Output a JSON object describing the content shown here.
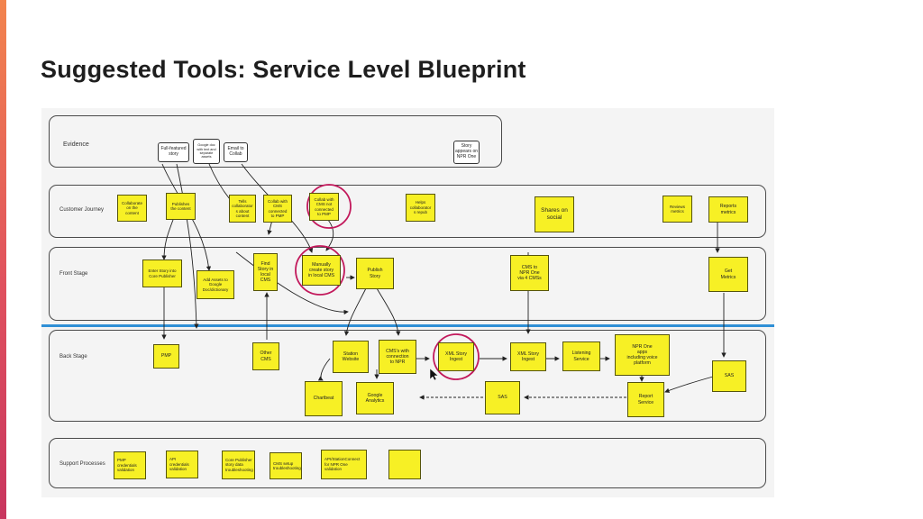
{
  "slide": {
    "title": "Suggested Tools: Service Level Blueprint",
    "accent_colors": [
      "#f2844e",
      "#e0515e",
      "#c8355e"
    ]
  },
  "blueprint": {
    "lanes": {
      "evidence": "Evidence",
      "customer_journey": "Customer Journey",
      "front_stage": "Front Stage",
      "back_stage": "Back Stage",
      "support_processes": "Support Processes"
    },
    "evidence_items": {
      "full_featured_story": "Full-featured\nstory",
      "google_doc": "Google doc\nwith text and\nseparate\nassets",
      "email_to_collab": "Email to\nCollab",
      "story_appears": "Story\nappears on\nNPR One"
    },
    "customer_journey_items": {
      "collaborate": "Collaborate\non the\ncontent",
      "publishes": "Publishes\nthe content",
      "tells_collaborator": "Tells\ncollaborator\ns about\ncontent",
      "collab_with_cms": "Collab with\nCMS\nconnected\nto PMP",
      "collab_not_connected": "Collab with\nCMS not\nconnected\nto PMP",
      "helps_collaborators": "Helps\ncollaborator\ns repub",
      "shares_on_social": "Shares on\nsocial",
      "reviews_metrics": "Reviews\nmetrics",
      "reports_metrics": "Reports\nmetrics"
    },
    "front_stage_items": {
      "enter_story": "Enter Story into\nCore Publisher",
      "add_assets": "Add Assets to\nGoogle\nDoc/dictionary",
      "find_story": "Find\nStory in\nlocal\nCMS",
      "manually_create": "Manually\ncreate story\nin local CMS",
      "publish_story": "Publish\nStory",
      "cms_to_npr_one": "CMS to\nNPR One\nvia 4 CMSs",
      "get_metrics": "Get\nMetrics"
    },
    "back_stage_items": {
      "pmp": "PMP",
      "other_cms": "Other\nCMS",
      "station_website": "Station\nWebsite",
      "cms_with_connection": "CMS's with\nconnection\nto NPR",
      "xml_story_ingest_1": "XML Story\nIngest",
      "xml_story_ingest_2": "XML Story\nIngest",
      "listening_service": "Listening\nService",
      "npr_one_apps": "NPR One\napps\nincluding voice\nplatform",
      "sas_right": "SAS",
      "chartbeat": "Chartbeat",
      "google_analytics": "Google\nAnalytics",
      "sas_center": "SAS",
      "report_service": "Report\nService"
    },
    "support_items": {
      "pmp_credentials": "PMP\ncredentials\nvalidation",
      "api_credentials": "API\ncredentials\nvalidation",
      "core_publisher_troubleshooting": "Core Publisher\nstory data\ntroubleshooting",
      "cms_setup": "CMS setup\ntroubleshooting",
      "api_station_connect": "API/StationConnect\nfor NPR One\nvalidation",
      "blank": ""
    },
    "colors": {
      "sticky": "#f7f025",
      "highlight_circle": "#c2185b",
      "divider": "#2f8fd6",
      "board": "#f4f4f4"
    }
  }
}
